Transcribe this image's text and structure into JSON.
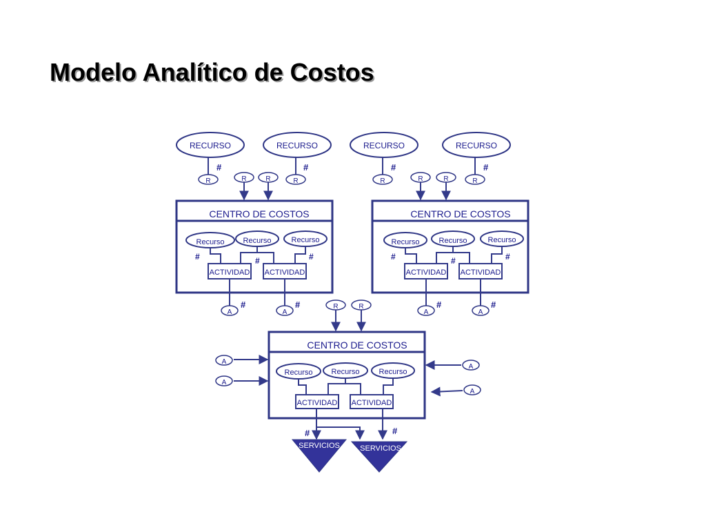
{
  "slide": {
    "title": "Modelo Analítico de Costos"
  },
  "labels": {
    "recurso_upper": "RECURSO",
    "recurso": "Recurso",
    "centro": "CENTRO DE COSTOS",
    "actividad": "ACTIVIDAD",
    "hash": "#",
    "r": "R",
    "a": "A",
    "servicios": "SERVICIOS"
  },
  "colors": {
    "diagram_blue": "#2e3585",
    "text_blue": "#1a1a8c",
    "servicios_fill": "#33339a"
  }
}
